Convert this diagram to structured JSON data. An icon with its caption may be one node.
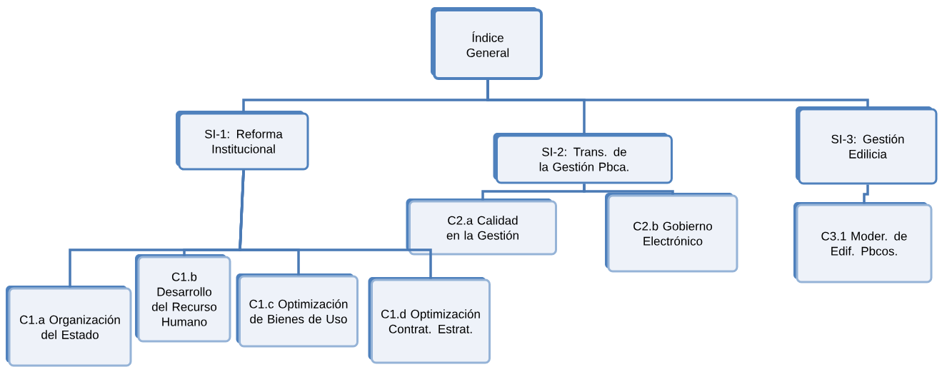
{
  "diagram": {
    "nodes": [
      {
        "text": [
          "Índice General"
        ]
      },
      {
        "text": [
          "SI-1: Reforma Institucional"
        ]
      },
      {
        "text": [
          "SI-2: Trans. de la Gestión  Pbca."
        ]
      },
      {
        "text": [
          "SI-3: Gestión Edilicia"
        ]
      },
      {
        "text": [
          "C2.a Calidad en la Gestión"
        ]
      },
      {
        "text": [
          "C2.b Gobierno Electrónico"
        ]
      },
      {
        "text": [
          "C3.1 Moder. de Edif. Pbcos."
        ]
      },
      {
        "text": [
          "C1.a Organización del Estado"
        ]
      },
      {
        "text": [
          "C1.b Desarrollo del Recurso Humano"
        ]
      },
      {
        "text": [
          "C1.c Optimización de Bienes de Uso"
        ]
      },
      {
        "text": [
          "C1.d Optimización Contrat. Estrat."
        ]
      }
    ],
    "edges": [
      {
        "from": 0,
        "to": 1,
        "arrow": "none"
      },
      {
        "from": 0,
        "to": 2,
        "arrow": "none"
      },
      {
        "from": 0,
        "to": 3,
        "arrow": "none"
      },
      {
        "from": 2,
        "to": 4,
        "arrow": "none"
      },
      {
        "from": 2,
        "to": 5,
        "arrow": "none"
      },
      {
        "from": 3,
        "to": 6,
        "arrow": "none"
      },
      {
        "from": 1,
        "to": 7,
        "arrow": "none"
      },
      {
        "from": 1,
        "to": 8,
        "arrow": "none"
      },
      {
        "from": 1,
        "to": 9,
        "arrow": "none"
      },
      {
        "from": 1,
        "to": 10,
        "arrow": "none"
      }
    ]
  }
}
